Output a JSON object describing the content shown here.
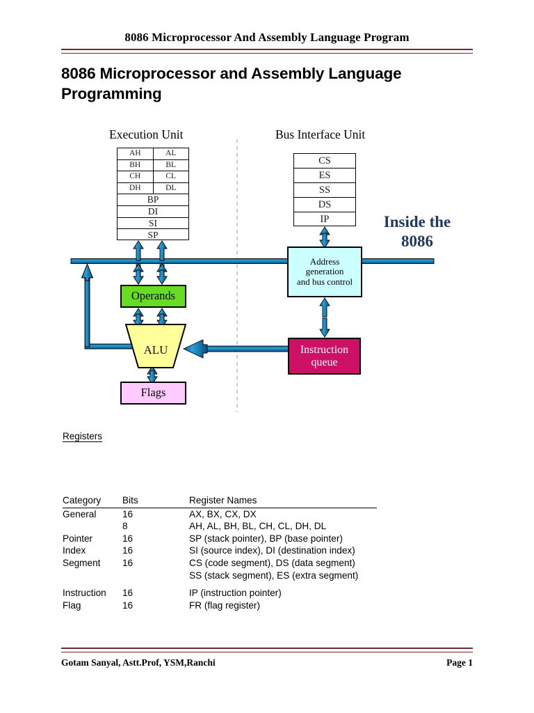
{
  "header": {
    "running_head": "8086 Microprocessor And Assembly Language Program"
  },
  "title": "8086 Microprocessor and Assembly Language Programming",
  "diagram": {
    "execution_unit_label": "Execution Unit",
    "bus_interface_unit_label": "Bus Interface Unit",
    "caption_line1": "Inside the",
    "caption_line2": "8086",
    "eu_registers": {
      "split_rows": [
        {
          "high": "AH",
          "low": "AL"
        },
        {
          "high": "BH",
          "low": "BL"
        },
        {
          "high": "CH",
          "low": "CL"
        },
        {
          "high": "DH",
          "low": "DL"
        }
      ],
      "full_rows": [
        "BP",
        "DI",
        "SI",
        "SP"
      ]
    },
    "biu_registers": [
      "CS",
      "ES",
      "SS",
      "DS",
      "IP"
    ],
    "blocks": {
      "operands": "Operands",
      "alu": "ALU",
      "flags": "Flags",
      "address_generation_line1": "Address",
      "address_generation_line2": "generation",
      "address_generation_line3": "and bus control",
      "instruction_queue_line1": "Instruction",
      "instruction_queue_line2": "queue"
    },
    "colors": {
      "operands_fill": "#66dd22",
      "alu_fill": "#ffff99",
      "flags_fill": "#ffccff",
      "address_generation_fill": "#ccffff",
      "instruction_queue_fill": "#cc1166",
      "bus_arrow": "#1d86c4",
      "caption_text": "#1f3864",
      "header_rule": "#6b2b2b"
    }
  },
  "registers_section": {
    "heading": "Registers",
    "columns": [
      "Category",
      "Bits",
      "Register Names"
    ],
    "rows": [
      {
        "category": "General",
        "bits": "16",
        "names": "AX, BX, CX, DX"
      },
      {
        "category": "",
        "bits": "8",
        "names": "AH, AL, BH, BL, CH, CL, DH, DL"
      },
      {
        "category": "Pointer",
        "bits": "16",
        "names": "SP (stack pointer), BP (base pointer)"
      },
      {
        "category": "Index",
        "bits": "16",
        "names": "SI (source index), DI (destination index)"
      },
      {
        "category": "Segment",
        "bits": "16",
        "names": "CS (code segment), DS (data segment)"
      },
      {
        "category": "",
        "bits": "",
        "names": "SS (stack segment), ES (extra segment)"
      },
      {
        "category": "Instruction",
        "bits": "16",
        "names": "IP (instruction pointer)"
      },
      {
        "category": "Flag",
        "bits": "16",
        "names": "FR (flag register)"
      }
    ]
  },
  "footer": {
    "author": "Gotam Sanyal, Astt.Prof, YSM,Ranchi",
    "page": "Page 1"
  }
}
